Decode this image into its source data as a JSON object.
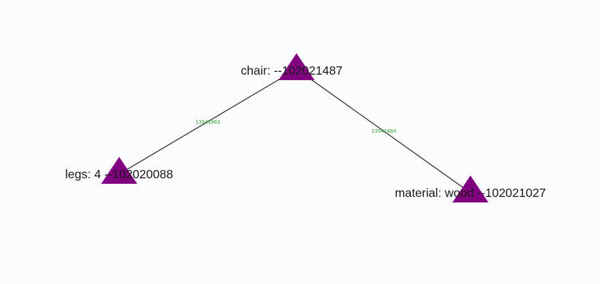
{
  "colors": {
    "node_fill": "#800080",
    "edge_stroke": "#3a3a3a",
    "edge_label": "#2ca02c"
  },
  "node_shape": "triangle",
  "nodes": [
    {
      "id": "102021487",
      "label": "chair:  --102021487"
    },
    {
      "id": "102020088",
      "label": "legs: 4 --102020088"
    },
    {
      "id": "102021027",
      "label": "material: wood --102021027"
    }
  ],
  "edges": [
    {
      "source": "102021487",
      "target": "102020088",
      "label": "13541883"
    },
    {
      "source": "102021487",
      "target": "102021027",
      "label": "13541884"
    }
  ]
}
